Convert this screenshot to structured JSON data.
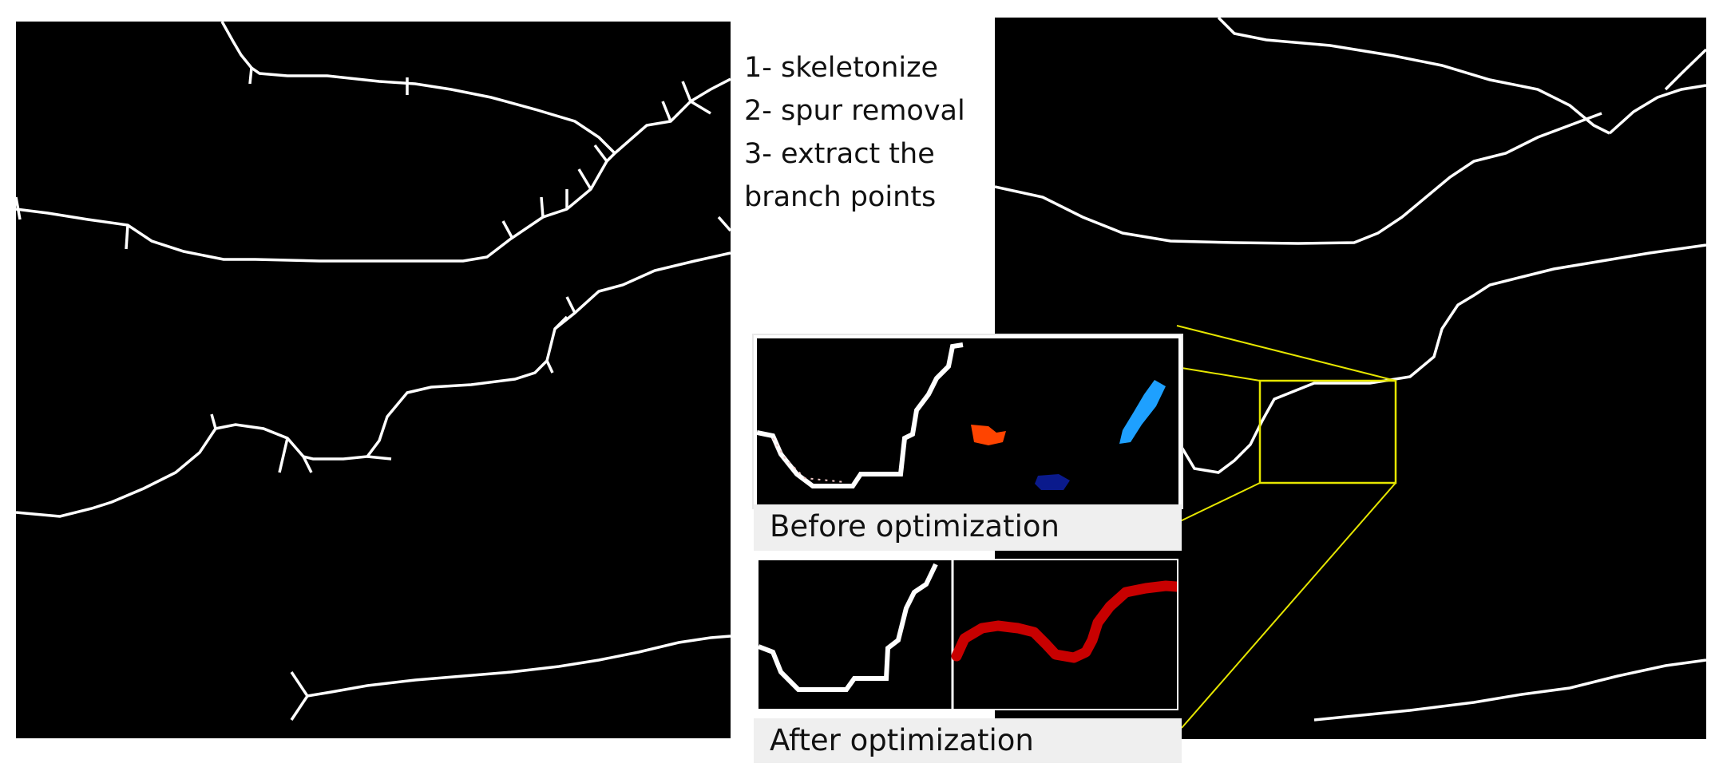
{
  "steps": [
    "1- skeletonize",
    "2- spur removal",
    "3- extract the",
    "branch points"
  ],
  "captions": {
    "before": "Before optimization",
    "after": "After optimization"
  },
  "colors": {
    "background": "#000000",
    "skeleton": "#ffffff",
    "callout": "#e6e600",
    "blob_orange": "#ff4400",
    "blob_light_blue": "#1ea0ff",
    "blob_dark_blue": "#0a1a8c",
    "optimized_path": "#c80000"
  }
}
